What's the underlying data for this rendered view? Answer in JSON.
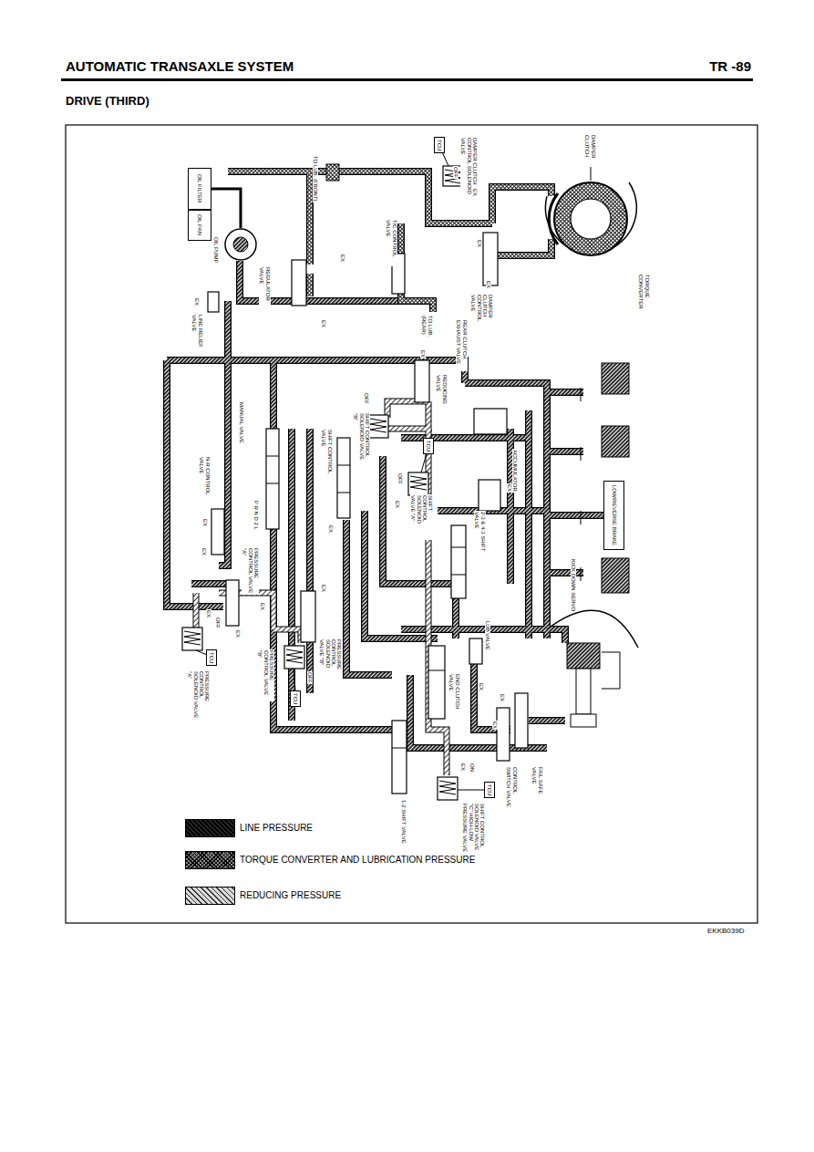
{
  "diagram": {
    "title": "DRIVE (THIRD)",
    "nodes": [
      {
        "text": [
          "TCU"
        ]
      },
      {
        "text": [
          "OIL FILTER"
        ]
      },
      {
        "text": [
          "OIL PAN"
        ]
      },
      {
        "text": [
          "OIL PUMP"
        ]
      },
      {
        "text": [
          "TCU"
        ]
      },
      {
        "text": [
          "LOW/REVERSE BRAKE"
        ]
      },
      {
        "text": [
          "TCU"
        ]
      },
      {
        "text": [
          "TCU"
        ]
      },
      {
        "text": [
          "TCU"
        ]
      }
    ],
    "edges": [
      {
        "from": 1,
        "to": 3,
        "arrow": "none"
      }
    ],
    "labels": [
      "AUTOMATIC TRANSAXLE SYSTEM",
      "TR -89",
      "DAMPER CLUTCH",
      "TORQUE CONVERTER",
      "DAMPER CLUTCH CONTROL SOLENOID VALVE",
      "OFF",
      "EX",
      "TO LUB. (FRONT)",
      "EX",
      "T/C CONTROL VALVE",
      "REGULATOR VALVE",
      "EX",
      "EX",
      "DAMPER CLUTCH CONTROL VALVE",
      "EX",
      "TO LUB. (REAR)",
      "EX",
      "LINE RELIEF VALVE",
      "REAR CLUTCH EXHAUST VALVE",
      "REDUCING VALVE",
      "EX",
      "OFF",
      "SHIFT CONTROL SOLENOID VALVE \"B\"",
      "MANUAL VALVE",
      "SHIFT CONTROL VALVE",
      "EX",
      "SHIFT CONTROL SOLENOID VALVE \"A\"",
      "OFF",
      "EX",
      "ACCUMULATOR",
      "EX",
      "2-3 & 4-3 SHIFT VALVE",
      "N-R CONTROL VALVE",
      "P R N D 2 L",
      "EX",
      "EX",
      "PRESSURE CONTROL VALVE \"A\"",
      "EX",
      "EX",
      "EX",
      "OFF",
      "PRESSURE CONTROL SOLENOID VALVE \"A\"",
      "EX",
      "PRESSURE CONTROL SOLENOID VALVE \"B\"",
      "PRESSURE CONTROL VALVE \"B\"",
      "OFF",
      "KICK DOWN SERVO",
      "LUB VALVE",
      "END CLUTCH VALVE",
      "EX",
      "EX",
      "1-2 SHIFT VALVE",
      "EX",
      "ON",
      "SHIFT CONTROL SOLENOID VALVE \"C\" HIGH-LOW PRESSURE VALVE",
      "CONTROL SWITCH VALVE",
      "FAIL SAFE VALVE",
      "EX",
      "EKKB039D"
    ],
    "legend": [
      {
        "text": "LINE PRESSURE",
        "color": "#2b2b2b"
      },
      {
        "text": "TORQUE CONVERTER AND LUBRICATION PRESSURE",
        "color": "#8c8c8c"
      },
      {
        "text": "REDUCING PRESSURE",
        "color": "#d9d9d9"
      }
    ]
  }
}
